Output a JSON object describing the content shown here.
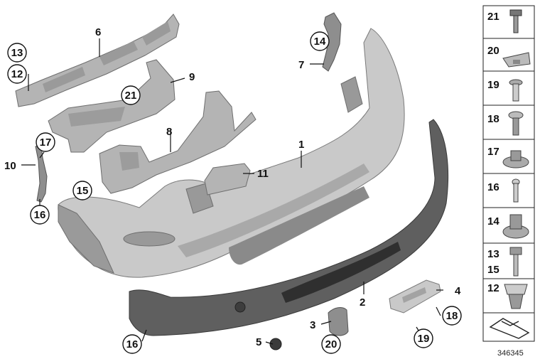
{
  "callouts": {
    "c1": "1",
    "c2": "2",
    "c3": "3",
    "c4": "4",
    "c5": "5",
    "c6": "6",
    "c7": "7",
    "c8": "8",
    "c9": "9",
    "c10": "10",
    "c11": "11",
    "c12": "12",
    "c13": "13",
    "c14": "14",
    "c15": "15",
    "c16a": "16",
    "c16b": "16",
    "c17": "17",
    "c18": "18",
    "c19": "19",
    "c20": "20",
    "c21": "21"
  },
  "fastener_panel": {
    "items": [
      "21",
      "20",
      "19",
      "18",
      "17",
      "16",
      "14",
      "13",
      "15",
      "12"
    ],
    "icon_names": [
      "screw",
      "clip",
      "expansion-rivet",
      "screw",
      "nut",
      "rivet",
      "nut",
      "screw",
      "screw",
      "clip-nut"
    ]
  },
  "document_number": "346345",
  "colors": {
    "bumper_cover": "#bdbdbd",
    "lower_trim": "#5f5f5f",
    "line": "#111111"
  }
}
